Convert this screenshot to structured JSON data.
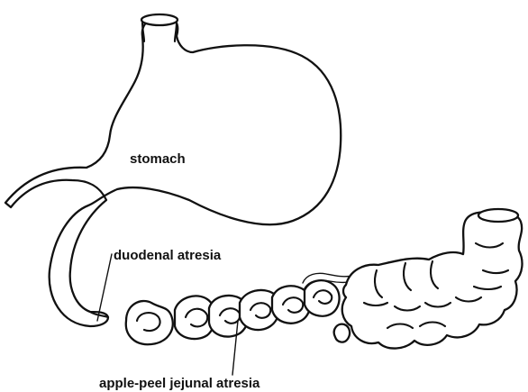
{
  "labels": {
    "stomach": "stomach",
    "duodenal": "duodenal atresia",
    "jejunal": "apple-peel jejunal atresia"
  }
}
